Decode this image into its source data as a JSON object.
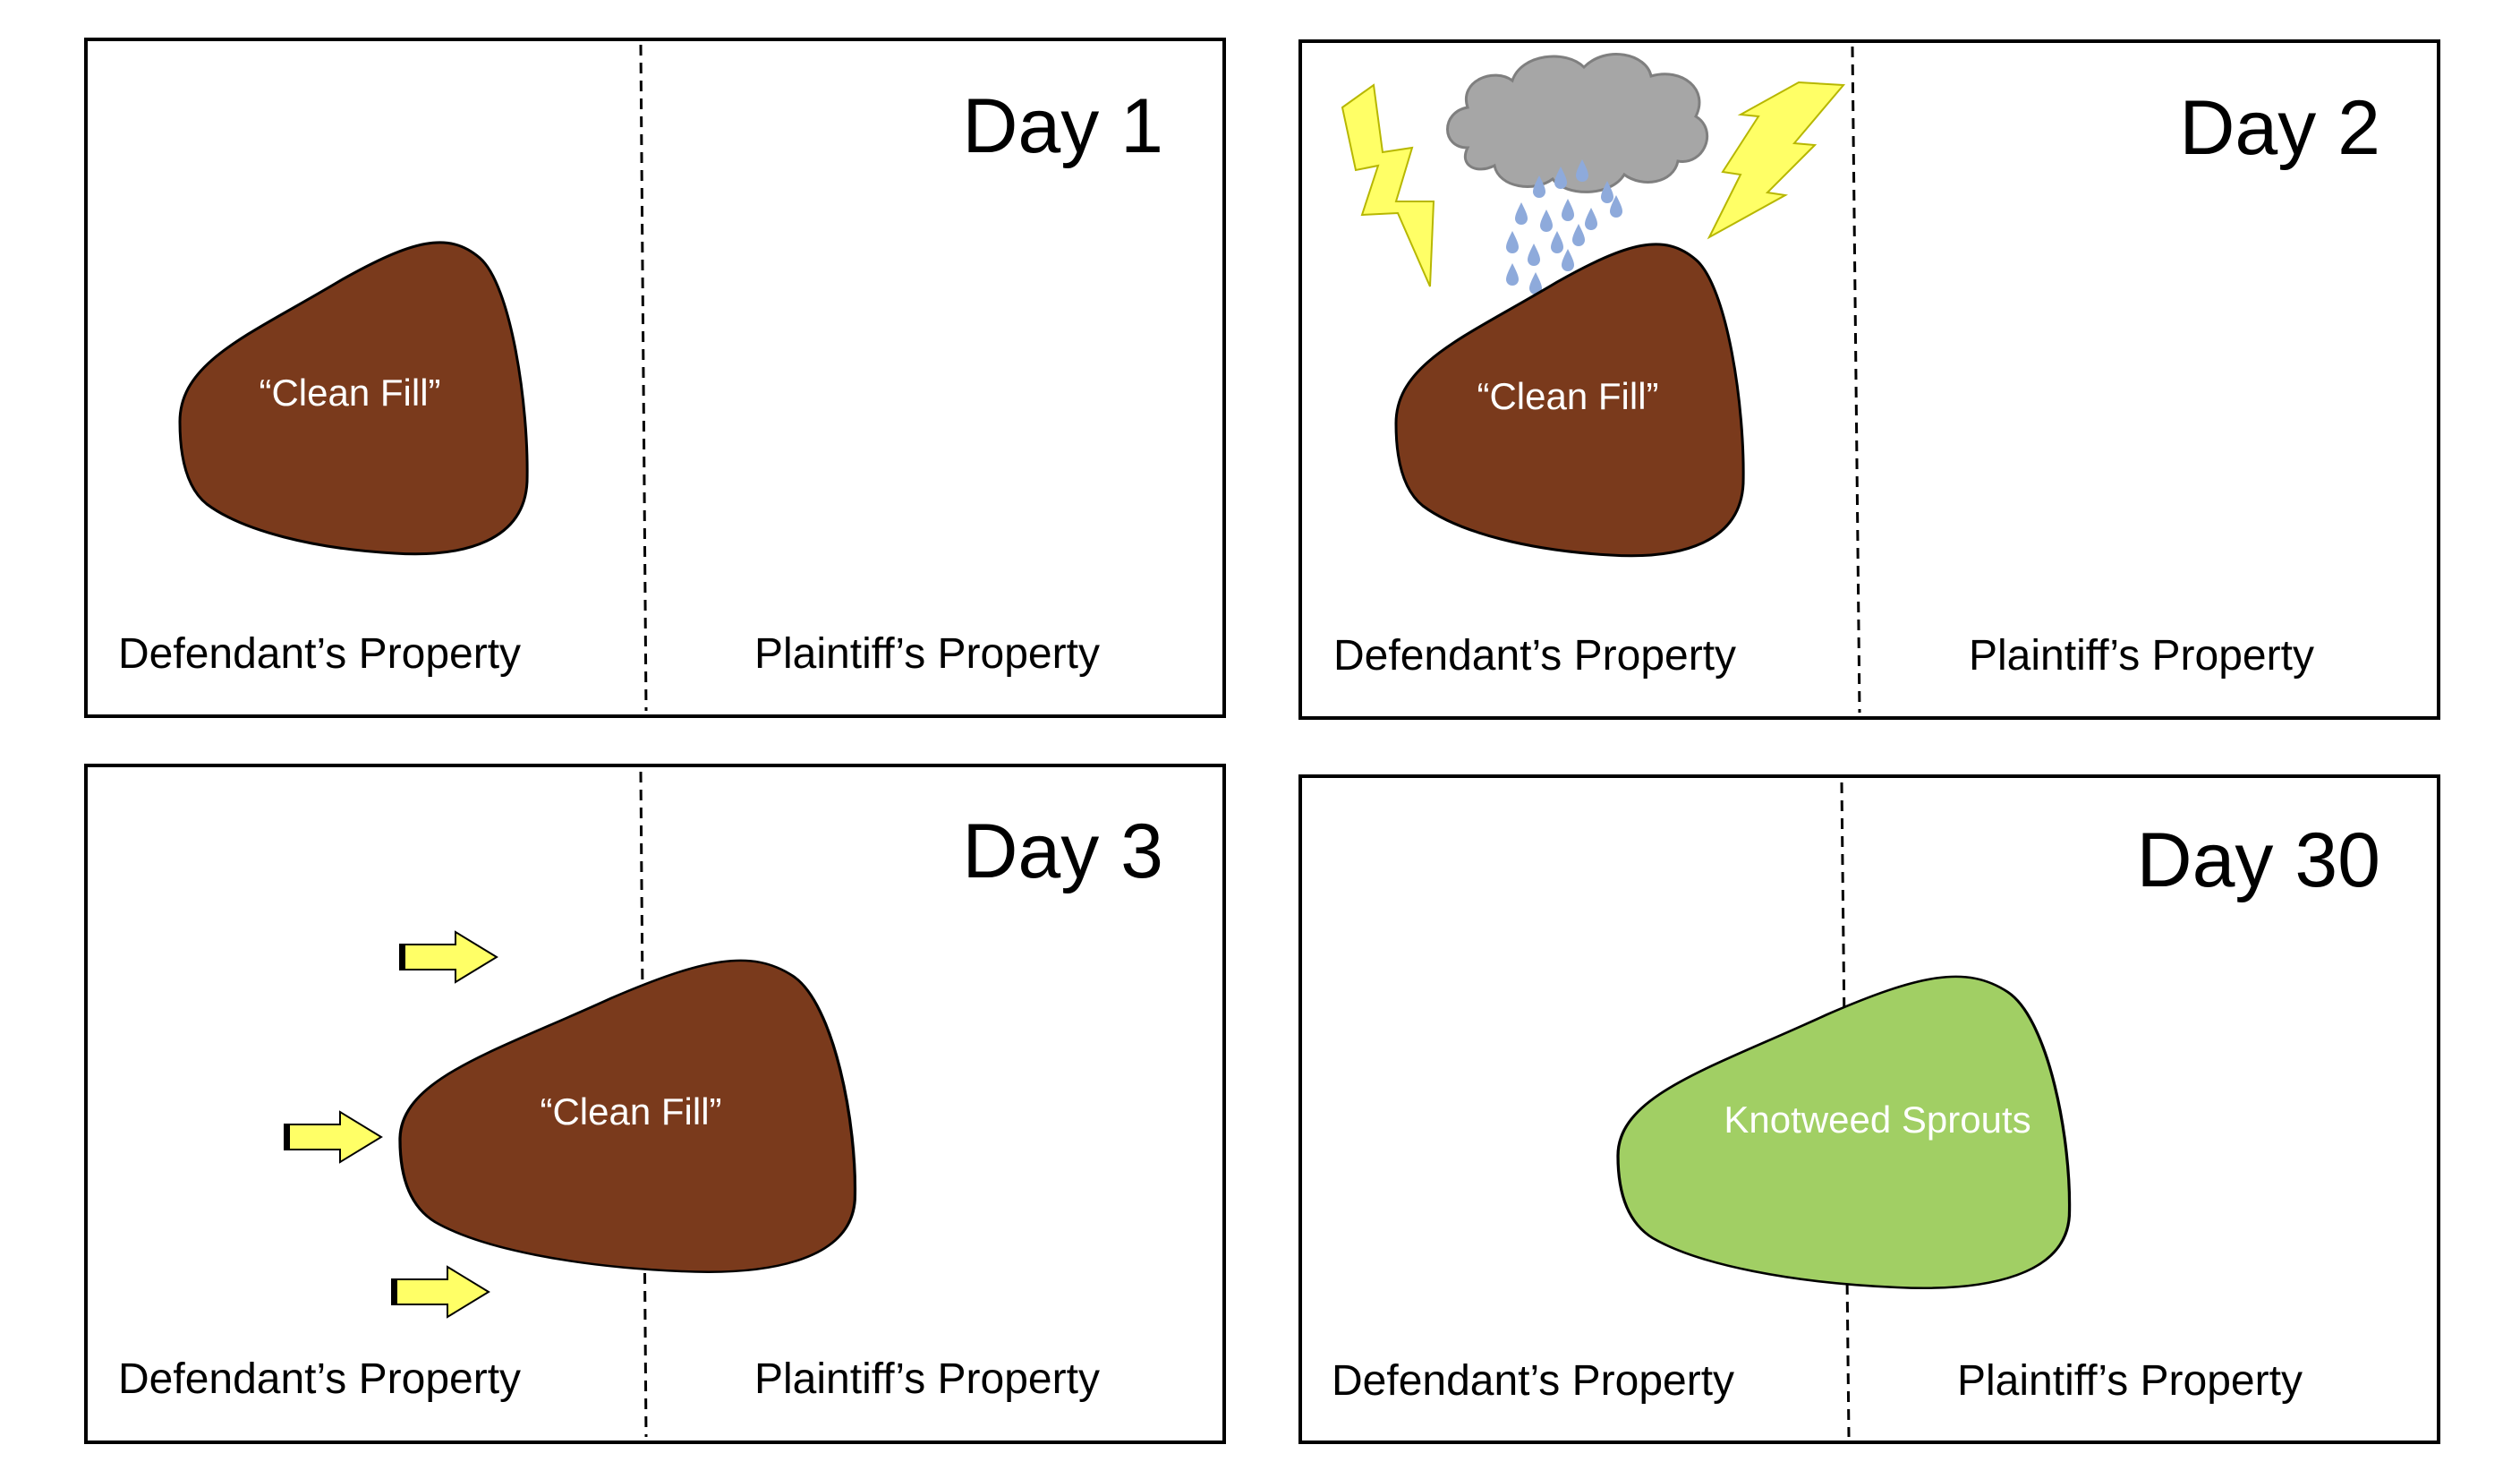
{
  "panels": [
    {
      "day_label": "Day 1",
      "left_label": "Defendant’s Property",
      "right_label": "Plaintiff’s Property",
      "blob_label": "“Clean Fill”"
    },
    {
      "day_label": "Day 2",
      "left_label": "Defendant’s Property",
      "right_label": "Plaintiff’s Property",
      "blob_label": "“Clean Fill”"
    },
    {
      "day_label": "Day 3",
      "left_label": "Defendant’s Property",
      "right_label": "Plaintiff’s Property",
      "blob_label": "“Clean Fill”"
    },
    {
      "day_label": "Day 30",
      "left_label": "Defendant’s Property",
      "right_label": "Plaintiff’s Property",
      "blob_label": "Knotweed Sprouts"
    }
  ],
  "colors": {
    "fill_soil": "#7a3a1c",
    "fill_knotweed": "#a1cf64",
    "blob_text": "#ffffff",
    "lightning": "#ffff66",
    "cloud": "#a6a6a6",
    "rain": "#8eaadb",
    "arrow": "#ffff66"
  },
  "icons": {
    "cloud": "storm-cloud-icon",
    "lightning": "lightning-bolt-icon",
    "rain": "raindrop-icon",
    "arrow": "right-arrow-icon"
  }
}
